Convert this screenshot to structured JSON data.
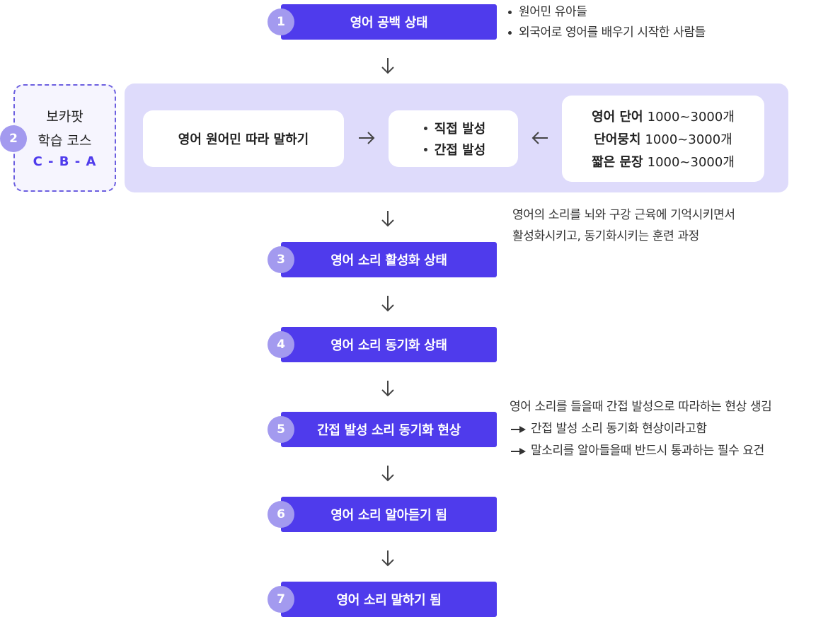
{
  "steps": [
    {
      "number": "1",
      "label": "영어 공백 상태"
    },
    {
      "number": "3",
      "label": "영어 소리 활성화 상태"
    },
    {
      "number": "4",
      "label": "영어 소리 동기화 상태"
    },
    {
      "number": "5",
      "label": "간접 발성 소리 동기화 현상"
    },
    {
      "number": "6",
      "label": "영어 소리 알아듣기 됨"
    },
    {
      "number": "7",
      "label": "영어 소리 말하기 됨"
    }
  ],
  "step1_notes": [
    "원어민 유아들",
    "외국어로 영어를 배우기 시작한 사람들"
  ],
  "course": {
    "number": "2",
    "title_line1": "보카팟",
    "title_line2": "학습 코스",
    "code": "C - B - A"
  },
  "panel": {
    "card_left": "영어 원어민 따라 말하기",
    "card_middle": [
      "직접 발성",
      "간접 발성"
    ],
    "card_right": [
      {
        "term": "영어 단어",
        "value": "1000~3000개"
      },
      {
        "term": "단어뭉치",
        "value": "1000~3000개"
      },
      {
        "term": "짧은 문장",
        "value": "1000~3000개"
      }
    ]
  },
  "step3_note": [
    "영어의 소리를 뇌와 구강 근육에 기억시키면서",
    "활성화시키고, 동기화시키는 훈련 과정"
  ],
  "step5_note": {
    "lead": "영어 소리를 들을때 간접 발성으로 따라하는 현상 생김",
    "points": [
      "간접 발성 소리 동기화 현상이라고함",
      "말소리를 알아들을때 반드시 통과하는 필수 요건"
    ]
  }
}
